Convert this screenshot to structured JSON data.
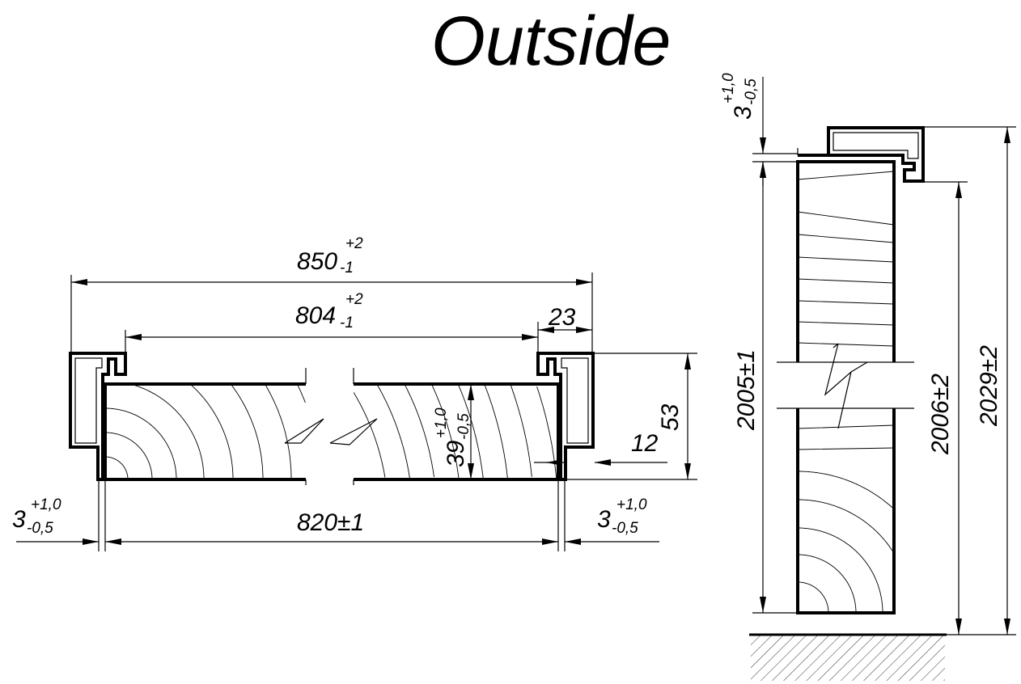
{
  "title": "Outside",
  "plan_view": {
    "overall_width": {
      "value": "850",
      "upper_tol": "+2",
      "lower_tol": "-1"
    },
    "leaf_width": {
      "value": "804",
      "upper_tol": "+2",
      "lower_tol": "-1"
    },
    "frame_width": {
      "value": "23"
    },
    "leaf_thickness": {
      "value": "39",
      "upper_tol": "+1,0",
      "lower_tol": "-0,5"
    },
    "frame_depth": {
      "value": "53"
    },
    "rebate": {
      "value": "12"
    },
    "opening_width": {
      "value": "820±1"
    },
    "gap_left": {
      "value": "3",
      "upper_tol": "+1,0",
      "lower_tol": "-0,5"
    },
    "gap_right": {
      "value": "3",
      "upper_tol": "+1,0",
      "lower_tol": "-0,5"
    }
  },
  "section_view": {
    "top_gap": {
      "value": "3",
      "upper_tol": "+1,0",
      "lower_tol": "-0,5"
    },
    "leaf_height": {
      "value": "2005±1"
    },
    "opening_height": {
      "value": "2006±2"
    },
    "overall_height": {
      "value": "2029±2"
    }
  }
}
